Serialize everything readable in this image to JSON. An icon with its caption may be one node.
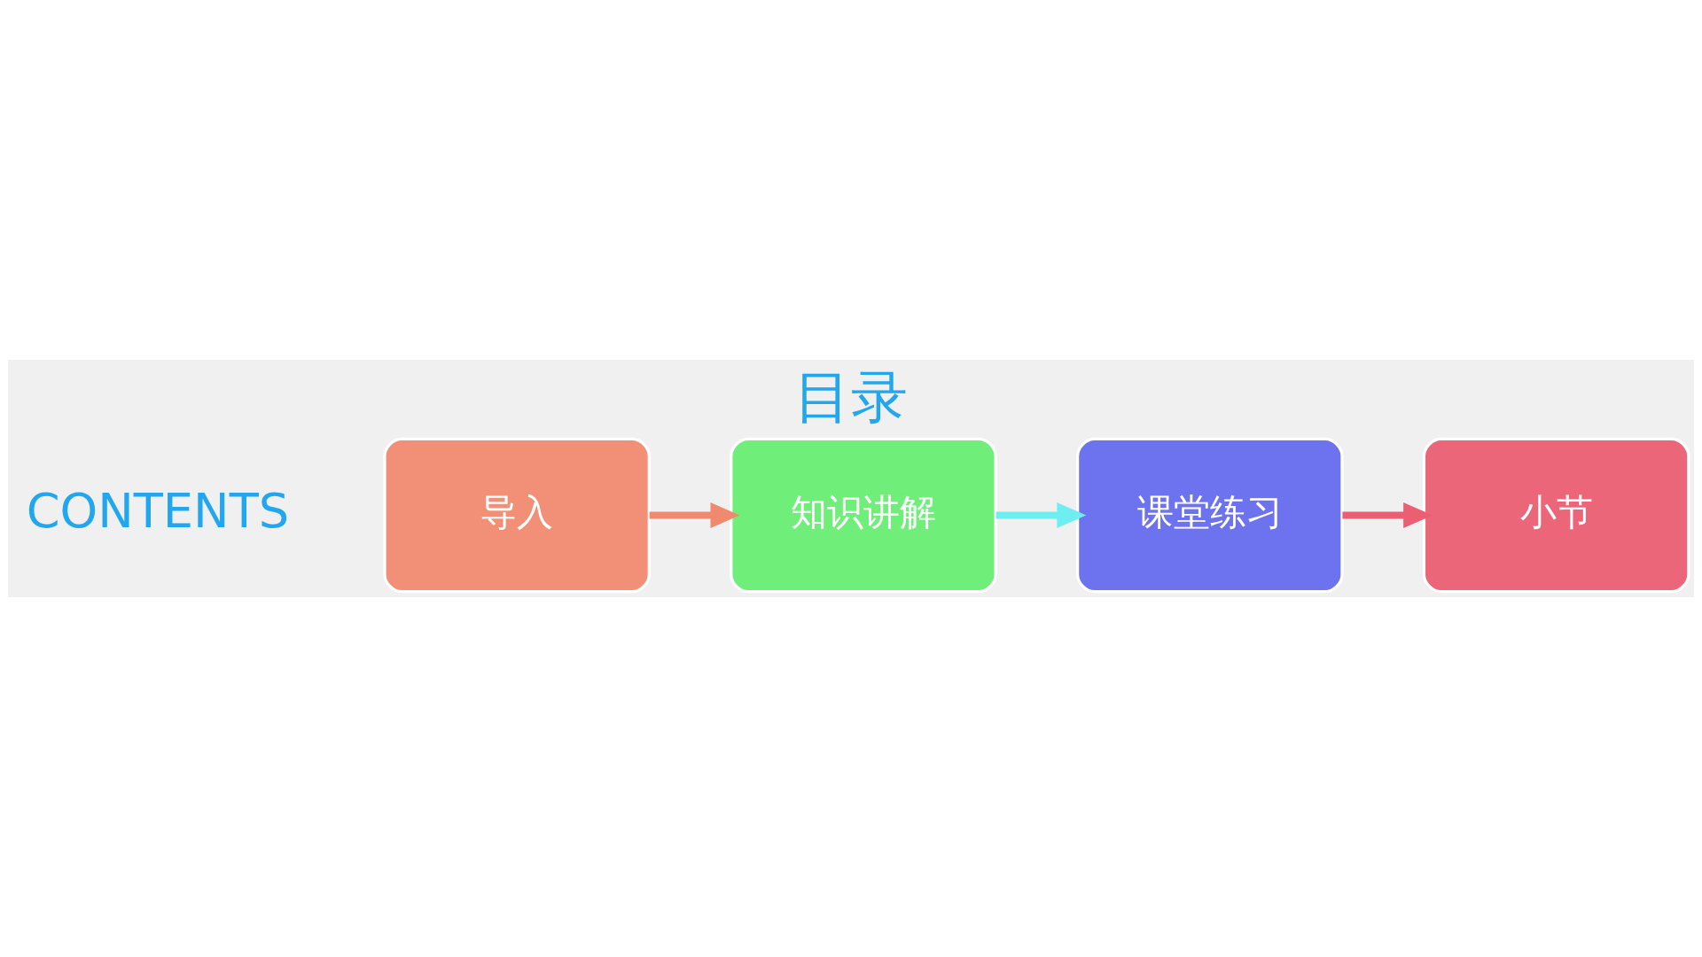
{
  "diagram": {
    "title": "目录",
    "nodes": [
      {
        "text": [
          "导入"
        ]
      },
      {
        "text": [
          "知识讲解"
        ]
      },
      {
        "text": [
          "课堂练习"
        ]
      },
      {
        "text": [
          "小节"
        ]
      }
    ],
    "edges": [
      {
        "from": 0,
        "to": 1,
        "arrow": "to",
        "color": "#f08a6e"
      },
      {
        "from": 1,
        "to": 2,
        "arrow": "to",
        "color": "#6eeef0"
      },
      {
        "from": 2,
        "to": 3,
        "arrow": "to",
        "color": "#ec5f72"
      }
    ],
    "labels": [
      "CONTENTS"
    ]
  }
}
